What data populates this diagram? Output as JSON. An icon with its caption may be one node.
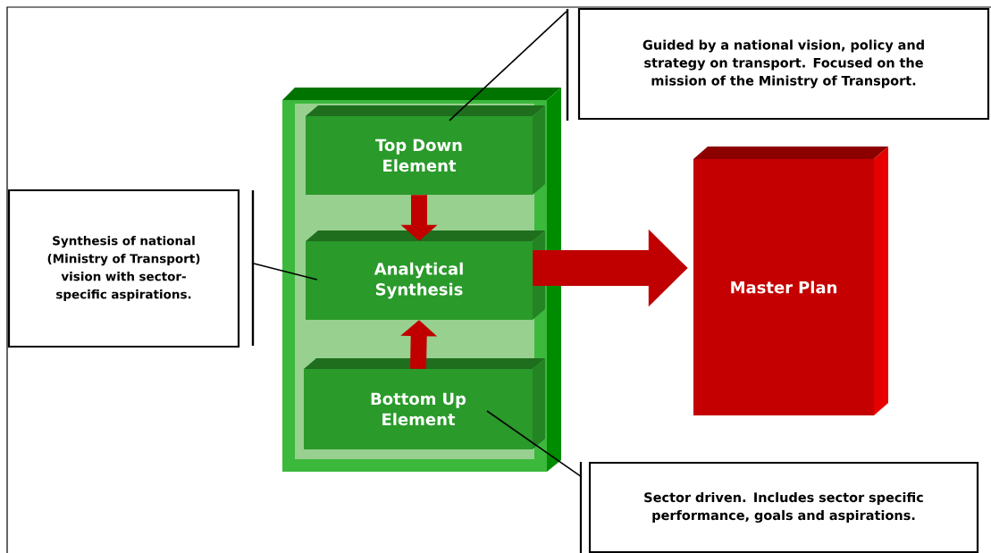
{
  "diagram": {
    "nodes": [
      {
        "text": [],
        "shape": "box"
      },
      {
        "text": [
          "Top Down Element"
        ],
        "in": 0
      },
      {
        "text": [
          "Analytical Synthesis"
        ],
        "in": 0
      },
      {
        "text": [
          "Bottom Up Element"
        ],
        "in": 0
      },
      {
        "text": [
          "Master Plan"
        ]
      },
      {
        "text": [
          "Guided by a national vision, policy and strategy on transport. Focused on the mission of the Ministry of Transport."
        ]
      },
      {
        "text": [
          "Synthesis of national (Ministry of Transport) vision with sector-specific aspirations."
        ]
      },
      {
        "text": [
          "Sector driven. Includes sector specific performance, goals and aspirations."
        ]
      }
    ],
    "edges": [
      {
        "from": 1,
        "to": 2,
        "arrow": "to",
        "style": "thick",
        "color": "#c00000"
      },
      {
        "from": 3,
        "to": 2,
        "arrow": "to",
        "style": "thick",
        "color": "#c00000"
      },
      {
        "from": 2,
        "to": 4,
        "arrow": "to",
        "style": "thick",
        "color": "#c00000"
      },
      {
        "from": 5,
        "to": 1,
        "arrow": "none",
        "color": "#000000"
      },
      {
        "from": 6,
        "to": 2,
        "arrow": "none",
        "color": "#000000"
      },
      {
        "from": 7,
        "to": 3,
        "arrow": "none",
        "color": "#000000"
      }
    ]
  }
}
